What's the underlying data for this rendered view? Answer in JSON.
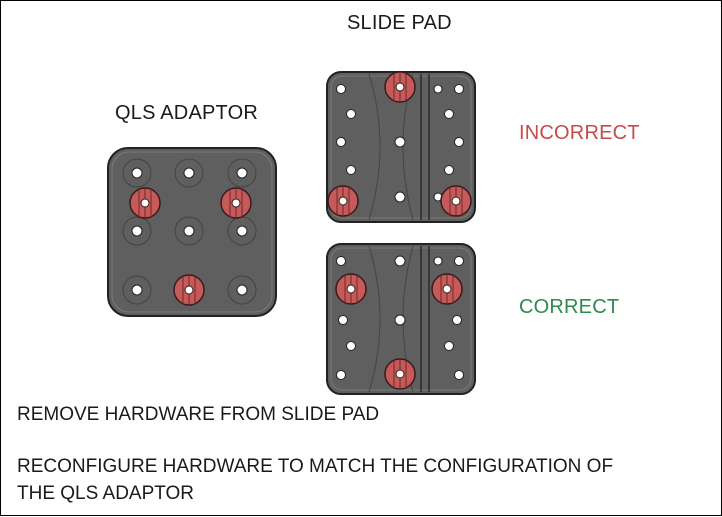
{
  "labels": {
    "slide_pad": "SLIDE PAD",
    "qls_adaptor": "QLS ADAPTOR",
    "incorrect": "INCORRECT",
    "correct": "CORRECT"
  },
  "instructions": {
    "line1": "REMOVE HARDWARE FROM SLIDE PAD",
    "line2": "RECONFIGURE HARDWARE TO MATCH THE CONFIGURATION OF",
    "line3": "THE QLS ADAPTOR"
  },
  "colors": {
    "plate": "#5f5f5f",
    "plate_edge": "#2a2a2a",
    "hole": "#ffffff",
    "hardware": "#c65a5a",
    "incorrect": "#c84a4a",
    "correct": "#2e8b4e"
  }
}
